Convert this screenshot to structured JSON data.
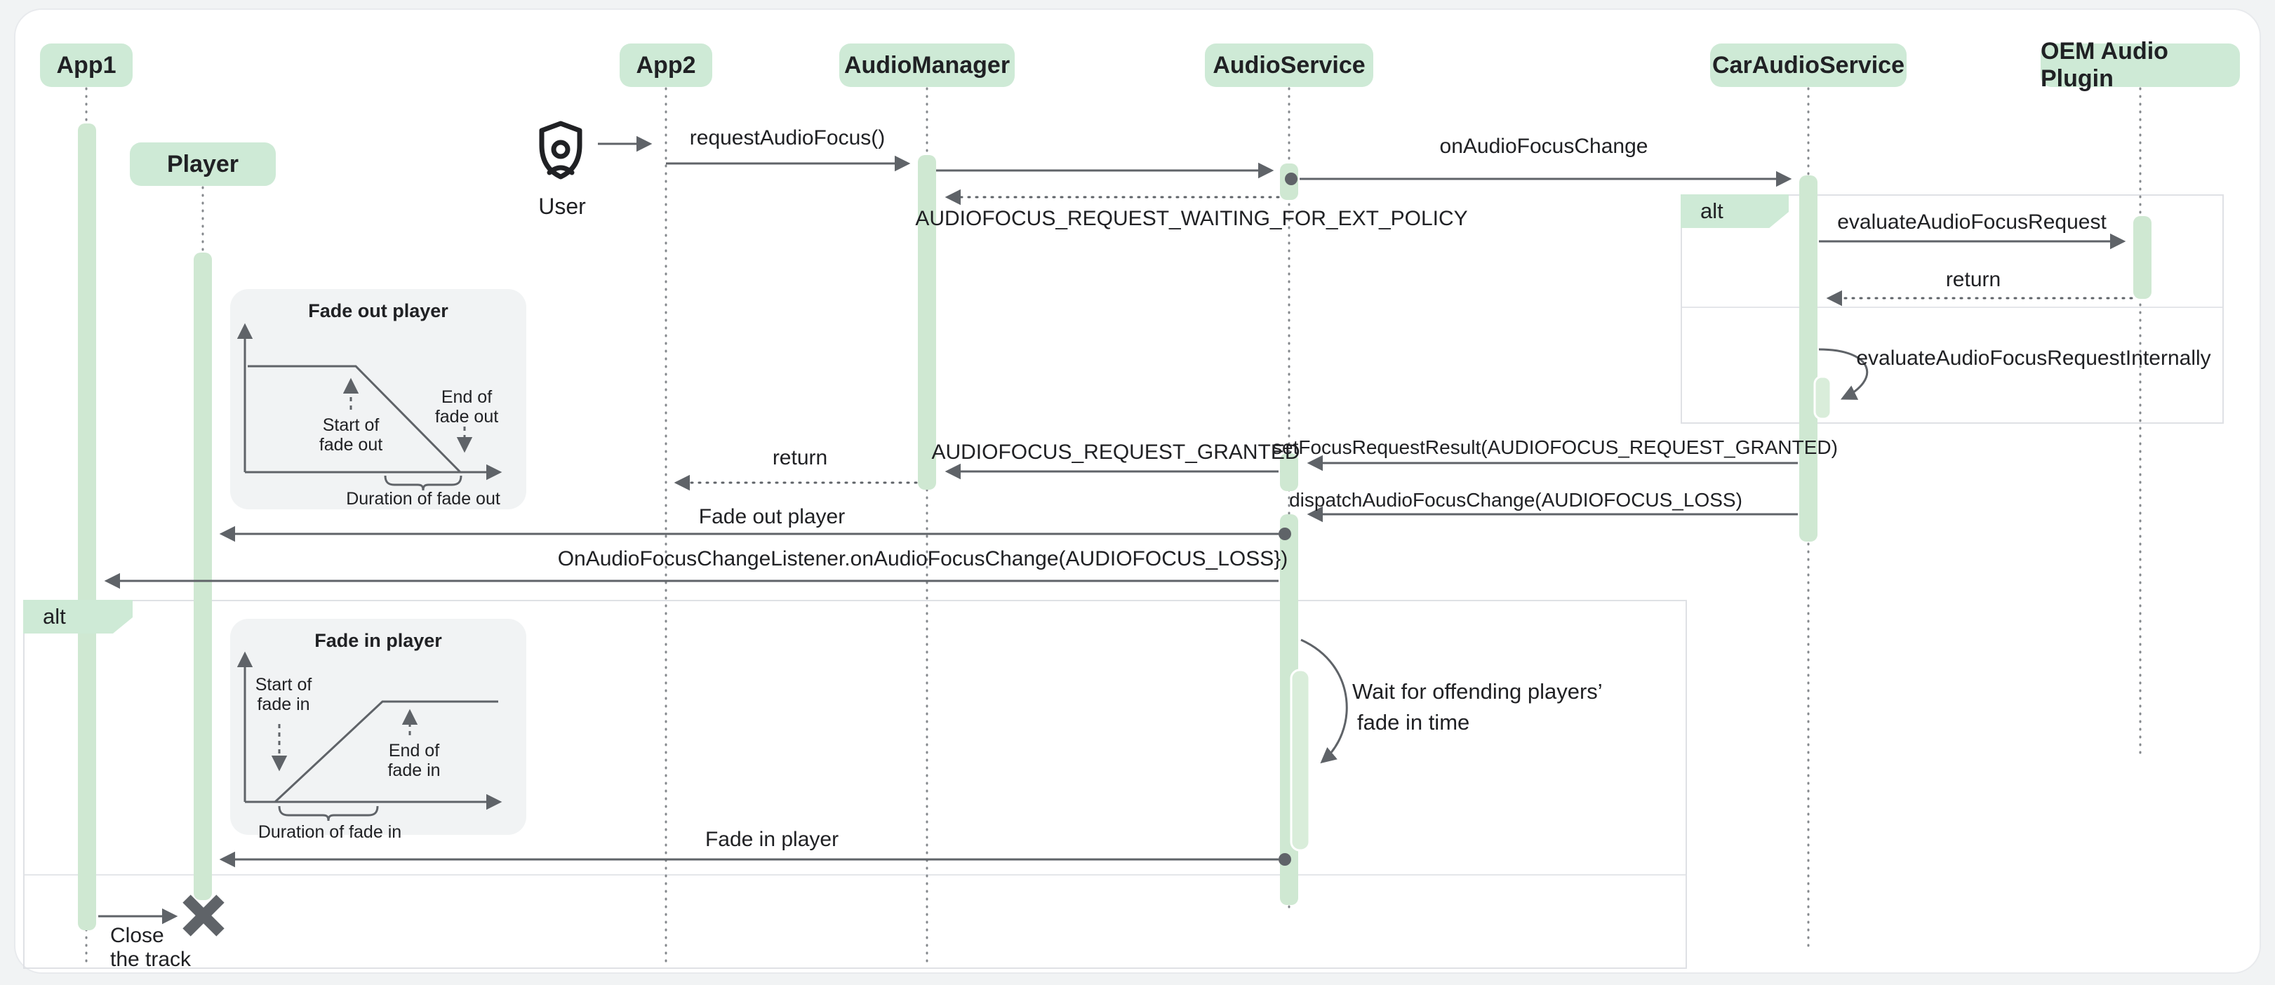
{
  "participants": {
    "app1": "App1",
    "app2": "App2",
    "audio_manager": "AudioManager",
    "audio_service": "AudioService",
    "car_audio_service": "CarAudioService",
    "oem_audio_plugin": "OEM Audio Plugin"
  },
  "objects": {
    "player": "Player"
  },
  "actor": {
    "user": "User"
  },
  "fragments": {
    "outer_alt": "alt",
    "inner_alt": "alt"
  },
  "messages": {
    "request_audio_focus": "requestAudioFocus()",
    "on_audio_focus_change": "onAudioFocusChange",
    "waiting_ext_policy": "AUDIOFOCUS_REQUEST_WAITING_FOR_EXT_POLICY",
    "evaluate_audio_focus_request": "evaluateAudioFocusRequest",
    "return_oem": "return",
    "evaluate_internally": "evaluateAudioFocusRequestInternally",
    "set_focus_request_result": "setFocusRequestResult(AUDIOFOCUS_REQUEST_GRANTED)",
    "request_granted": "AUDIOFOCUS_REQUEST_GRANTED",
    "return_app2": "return",
    "dispatch_focus_change": "dispatchAudioFocusChange(AUDIOFOCUS_LOSS)",
    "fade_out_player": "Fade out player",
    "on_focus_change_listener": "OnAudioFocusChangeListener.onAudioFocusChange(AUDIOFOCUS_LOSS})",
    "wait_line1": "Wait for offending players’",
    "wait_line2": "fade in time",
    "fade_in_player": "Fade in player",
    "close_line1": "Close",
    "close_line2": "the track"
  },
  "insets": {
    "fade_out": {
      "title": "Fade out player",
      "start_l1": "Start of",
      "start_l2": "fade out",
      "end_l1": "End of",
      "end_l2": "fade out",
      "duration": "Duration of fade out"
    },
    "fade_in": {
      "title": "Fade in player",
      "start_l1": "Start of",
      "start_l2": "fade in",
      "end_l1": "End of",
      "end_l2": "fade in",
      "duration": "Duration of fade in"
    }
  },
  "colors": {
    "pill_green": "#ceead6",
    "activation_green": "#cfe8d2",
    "line_gray": "#5f6368",
    "text_dark": "#202124",
    "frame_border": "#dfe1e5",
    "panel_gray": "#f1f3f4",
    "page_bg": "#f1f3f4"
  }
}
